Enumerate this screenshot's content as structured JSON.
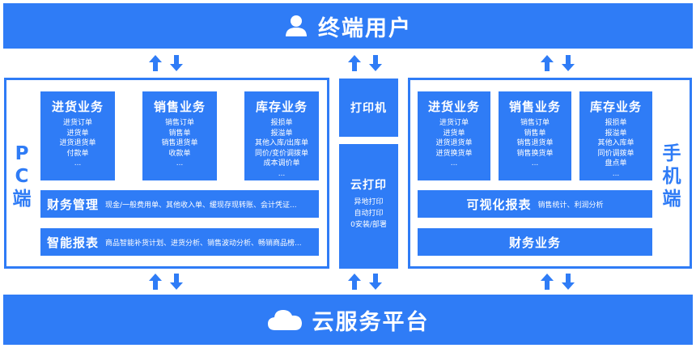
{
  "top": {
    "title": "终端用户",
    "icon": "user-icon"
  },
  "bottom": {
    "title": "云服务平台",
    "icon": "cloud-icon"
  },
  "pc": {
    "label": [
      "P",
      "C",
      "端"
    ],
    "cards": [
      {
        "title": "进货业务",
        "items": [
          "进货订单",
          "进货单",
          "进货退货单",
          "付款单",
          "..."
        ]
      },
      {
        "title": "销售业务",
        "items": [
          "销售订单",
          "销售单",
          "销售退货单",
          "收款单",
          "..."
        ]
      },
      {
        "title": "库存业务",
        "items": [
          "报损单",
          "报溢单",
          "其他入库/出库单",
          "同价/变价调拨单",
          "成本调价单",
          "..."
        ]
      }
    ],
    "finance": {
      "title": "财务管理",
      "desc": "现金/一般费用单、其他收入单、缓现存现转账、会计凭证..."
    },
    "report": {
      "title": "智能报表",
      "desc": "商品智能补货计划、进货分析、销售波动分析、畅销商品榜..."
    }
  },
  "middle": {
    "print": {
      "title": "打印机"
    },
    "cloud_print": {
      "title": "云打印",
      "items": [
        "异地打印",
        "自动打印",
        "0安装/部署"
      ]
    }
  },
  "mobile": {
    "label": [
      "手",
      "机",
      "端"
    ],
    "cards": [
      {
        "title": "进货业务",
        "items": [
          "进货订单",
          "进货单",
          "进货退货单",
          "进货换货单",
          "..."
        ]
      },
      {
        "title": "销售业务",
        "items": [
          "销售订单",
          "销售单",
          "销售退货单",
          "销售换货单",
          "..."
        ]
      },
      {
        "title": "库存业务",
        "items": [
          "报损单",
          "报溢单",
          "其他入库单",
          "同价调拨单",
          "盘点单",
          "..."
        ]
      }
    ],
    "visual_report": {
      "title": "可视化报表",
      "desc": "销售统计、利润分析"
    },
    "finance": {
      "title": "财务业务"
    }
  },
  "colors": {
    "accent": "#2f7cf6",
    "background": "#ffffff",
    "text_on_accent": "#ffffff"
  }
}
